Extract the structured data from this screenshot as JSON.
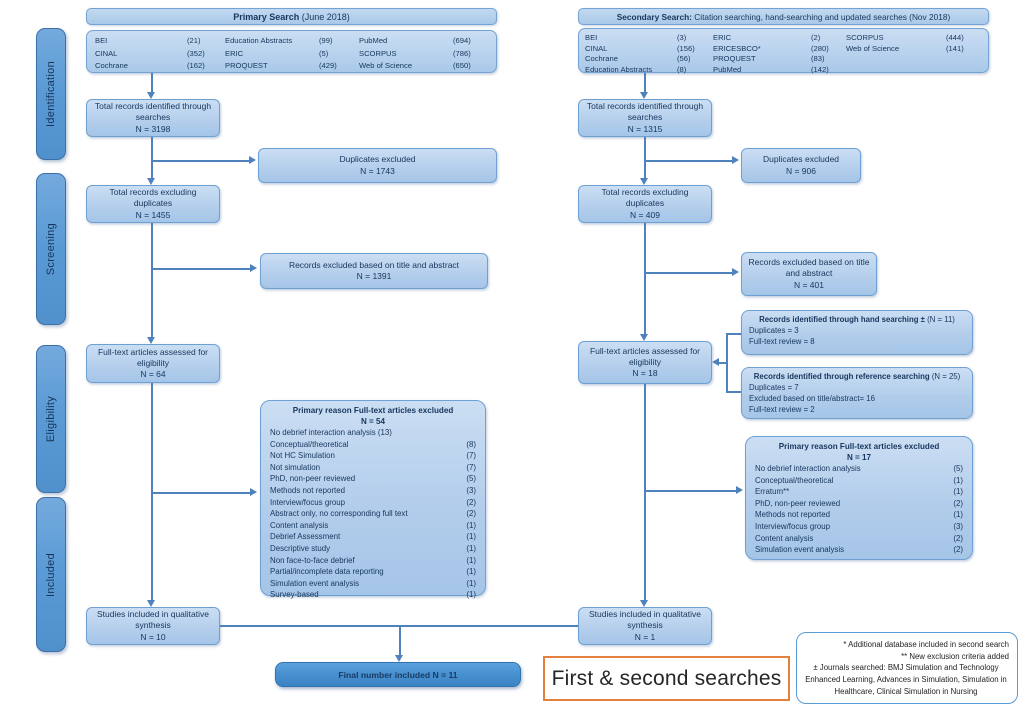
{
  "sidebar": {
    "identification": "Identification",
    "screening": "Screening",
    "eligibility": "Eligibility",
    "included": "Included"
  },
  "left": {
    "header": {
      "bold": "Primary Search",
      "rest": " (June 2018)"
    },
    "databases": {
      "col1": [
        {
          "name": "BEI",
          "count": "(21)"
        },
        {
          "name": "CINAL",
          "count": "(352)"
        },
        {
          "name": "Cochrane",
          "count": "(162)"
        }
      ],
      "col2": [
        {
          "name": "Education Abstracts",
          "count": "(99)"
        },
        {
          "name": "ERIC",
          "count": "(5)"
        },
        {
          "name": "PROQUEST",
          "count": "(429)"
        }
      ],
      "col3": [
        {
          "name": "PubMed",
          "count": "(694)"
        },
        {
          "name": "SCORPUS",
          "count": "(786)"
        },
        {
          "name": "Web of Science",
          "count": "(650)"
        }
      ]
    },
    "identified": {
      "text": "Total records identified through searches",
      "n": "N = 3198"
    },
    "duplicates_excluded": {
      "text": "Duplicates excluded",
      "n": "N = 1743"
    },
    "excluding_duplicates": {
      "text": "Total records excluding duplicates",
      "n": "N = 1455"
    },
    "title_abstract_excluded": {
      "text": "Records excluded based on title and abstract",
      "n": "N = 1391"
    },
    "fulltext": {
      "text": "Full-text articles assessed for eligibility",
      "n": "N = 64"
    },
    "reasons": {
      "title": "Primary reason Full-text articles excluded",
      "n": "N = 54",
      "items": [
        {
          "label": "No debrief interaction analysis (13)",
          "count": ""
        },
        {
          "label": "Conceptual/theoretical",
          "count": "(8)"
        },
        {
          "label": "Not HC Simulation",
          "count": "(7)"
        },
        {
          "label": "Not simulation",
          "count": "(7)"
        },
        {
          "label": "PhD, non-peer reviewed",
          "count": "(5)"
        },
        {
          "label": "Methods not reported",
          "count": "(3)"
        },
        {
          "label": "Interview/focus group",
          "count": "(2)"
        },
        {
          "label": "Abstract only, no corresponding full text",
          "count": "(2)"
        },
        {
          "label": "Content analysis",
          "count": "(1)"
        },
        {
          "label": "Debrief Assessment",
          "count": "(1)"
        },
        {
          "label": "Descriptive study",
          "count": "(1)"
        },
        {
          "label": "Non face-to-face debrief",
          "count": "(1)"
        },
        {
          "label": "Partial/incomplete data reporting",
          "count": "(1)"
        },
        {
          "label": "Simulation event analysis",
          "count": "(1)"
        },
        {
          "label": "Survey-based",
          "count": "(1)"
        }
      ]
    },
    "qualitative": {
      "text": "Studies included in qualitative synthesis",
      "n": "N = 10"
    },
    "final": {
      "text": "Final number included N = 11"
    }
  },
  "right": {
    "header": {
      "bold": "Secondary Search:",
      "rest": " Citation searching, hand-searching and updated searches (Nov 2018)"
    },
    "databases": {
      "col1": [
        {
          "name": "BEI",
          "count": "(3)"
        },
        {
          "name": "CINAL",
          "count": "(156)"
        },
        {
          "name": "Cochrane",
          "count": "(56)"
        },
        {
          "name": "Education Abstracts",
          "count": "(8)"
        }
      ],
      "col2": [
        {
          "name": "ERIC",
          "count": "(2)"
        },
        {
          "name": "ERICESBCO*",
          "count": "(280)"
        },
        {
          "name": "PROQUEST",
          "count": "(83)"
        },
        {
          "name": "PubMed",
          "count": "(142)"
        }
      ],
      "col3": [
        {
          "name": "SCORPUS",
          "count": "(444)"
        },
        {
          "name": "Web of Science",
          "count": "(141)"
        }
      ]
    },
    "identified": {
      "text": "Total records identified through searches",
      "n": "N = 1315"
    },
    "duplicates_excluded": {
      "text": "Duplicates excluded",
      "n": "N = 906"
    },
    "excluding_duplicates": {
      "text": "Total records excluding duplicates",
      "n": "N = 409"
    },
    "title_abstract_excluded": {
      "text": "Records excluded based on title and abstract",
      "n": "N = 401"
    },
    "hand_search": {
      "title_bold": "Records identified through hand searching ±",
      "title_rest": " (N = 11)",
      "lines": [
        {
          "label": "Duplicates = 3"
        },
        {
          "label": "Full-text review = 8"
        }
      ]
    },
    "fulltext": {
      "text": "Full-text articles assessed for eligibility",
      "n": "N = 18"
    },
    "reference_search": {
      "title_bold": "Records identified through reference searching",
      "title_rest": " (N = 25)",
      "lines": [
        {
          "label": "Duplicates = 7"
        },
        {
          "label": "Excluded based on title/abstract= 16"
        },
        {
          "label": "Full-text review = 2"
        }
      ]
    },
    "reasons": {
      "title": "Primary reason Full-text articles excluded",
      "n": "N = 17",
      "items": [
        {
          "label": "No debrief interaction analysis",
          "count": "(5)"
        },
        {
          "label": "Conceptual/theoretical",
          "count": "(1)"
        },
        {
          "label": "Erratum**",
          "count": "(1)"
        },
        {
          "label": "PhD, non-peer reviewed",
          "count": "(2)"
        },
        {
          "label": "Methods not reported",
          "count": "(1)"
        },
        {
          "label": "Interview/focus group",
          "count": "(3)"
        },
        {
          "label": "Content analysis",
          "count": "(2)"
        },
        {
          "label": "Simulation event analysis",
          "count": "(2)"
        }
      ]
    },
    "qualitative": {
      "text": "Studies included in qualitative synthesis",
      "n": "N = 1"
    }
  },
  "footnote": {
    "line1": "* Additional database included in second search",
    "line2": "** New exclusion criteria added",
    "line3": "± Journals searched: BMJ Simulation and Technology Enhanced Learning, Advances in Simulation, Simulation in Healthcare, Clinical Simulation in Nursing"
  },
  "caption": {
    "text": "First & second searches"
  },
  "colors": {
    "box_border": "#6fa0d3",
    "arrow": "#4f81bd",
    "caption_border": "#e2813c",
    "stage_fill": "#5b9bd5"
  }
}
